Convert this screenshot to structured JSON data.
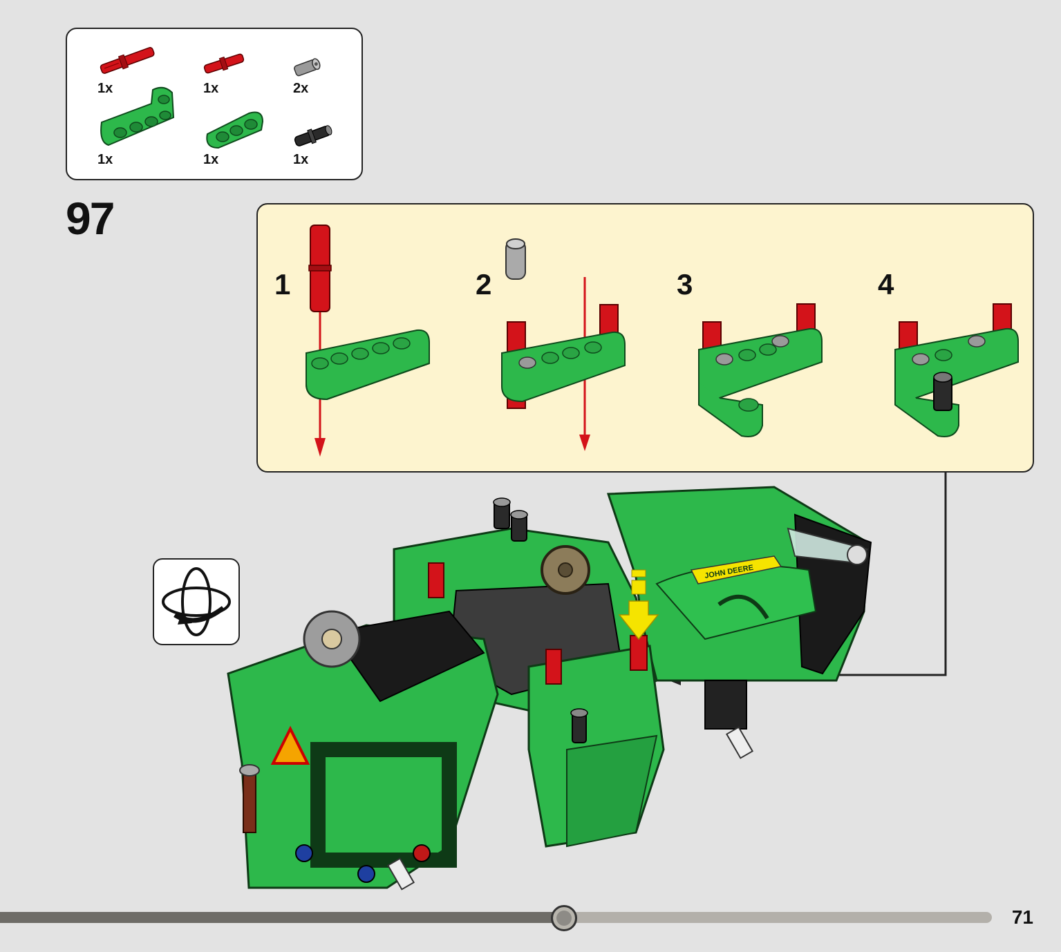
{
  "parts_list": {
    "items": [
      {
        "qty": "1x",
        "icon": "red-axle-pin-long-icon",
        "color": "#d3131a"
      },
      {
        "qty": "1x",
        "icon": "red-axle-pin-short-icon",
        "color": "#d3131a"
      },
      {
        "qty": "2x",
        "icon": "gray-bush-pin-icon",
        "color": "#9a9a9a"
      },
      {
        "qty": "1x",
        "icon": "green-l-beam-icon",
        "color": "#2db84b"
      },
      {
        "qty": "1x",
        "icon": "green-beam-3-icon",
        "color": "#2db84b"
      },
      {
        "qty": "1x",
        "icon": "black-pin-icon",
        "color": "#222222"
      }
    ]
  },
  "step": {
    "number": "97"
  },
  "callout": {
    "background": "#fdf4cf",
    "substeps": [
      {
        "label": "1"
      },
      {
        "label": "2"
      },
      {
        "label": "3"
      },
      {
        "label": "4"
      }
    ]
  },
  "rotate_icon": "rotate-model-icon",
  "model": {
    "decal_text": "JOHN DEERE",
    "accent_green": "#2db84b",
    "insert_arrow_color": "#f5e400"
  },
  "progress": {
    "fraction": 0.568
  },
  "page": {
    "number": "71"
  }
}
